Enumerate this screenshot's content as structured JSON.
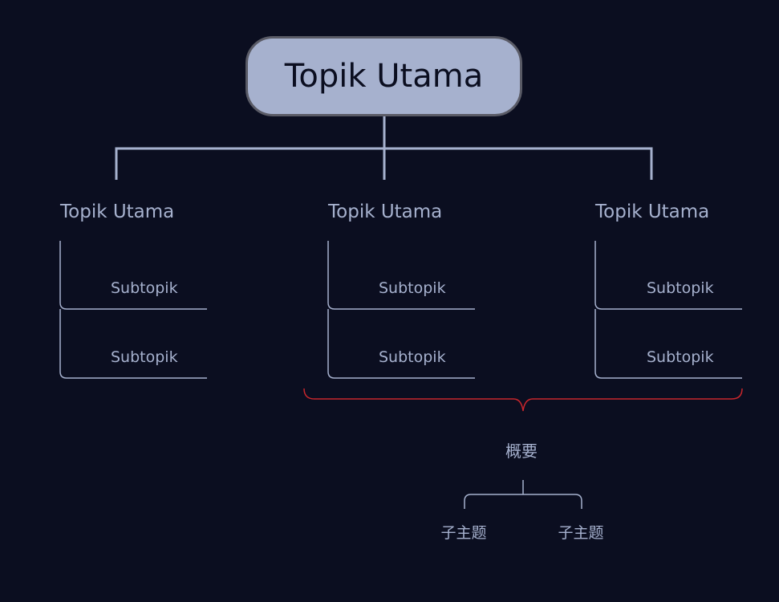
{
  "root": {
    "label": "Topik Utama"
  },
  "branches": [
    {
      "label": "Topik Utama",
      "subtopics": [
        "Subtopik",
        "Subtopik"
      ]
    },
    {
      "label": "Topik Utama",
      "subtopics": [
        "Subtopik",
        "Subtopik"
      ]
    },
    {
      "label": "Topik Utama",
      "subtopics": [
        "Subtopik",
        "Subtopik"
      ]
    }
  ],
  "summary": {
    "label": "概要",
    "children": [
      "子主题",
      "子主题"
    ]
  },
  "colors": {
    "background": "#0b0e20",
    "root_fill": "#a6b1ce",
    "root_border": "#5a5b66",
    "text": "#a6b1ce",
    "connector": "#a6b1ce",
    "summary_brace": "#c8262c"
  }
}
